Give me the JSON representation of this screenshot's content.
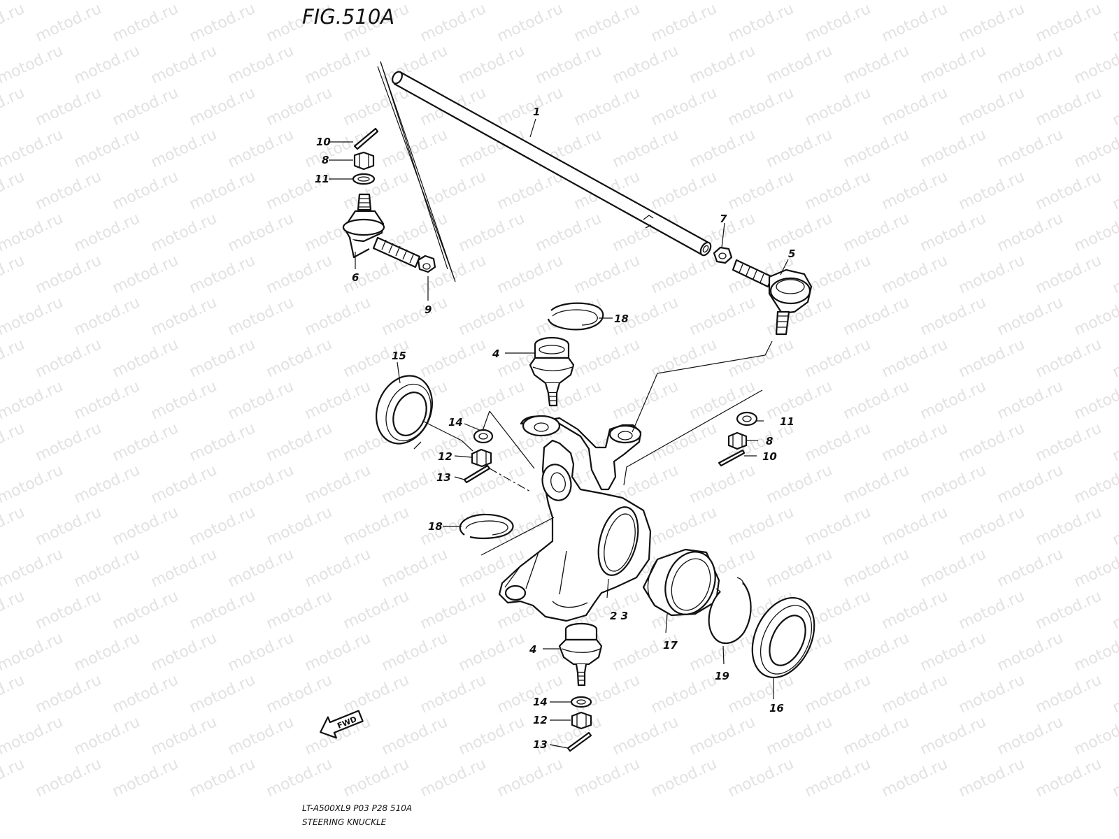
{
  "figure": {
    "title": "FIG.510A"
  },
  "watermark": {
    "text": "motod.ru"
  },
  "fwd_badge": {
    "label": "FWD",
    "icon": "arrow-left-icon"
  },
  "footer": {
    "model_line": "LT-A500XL9  P03  P28  510A",
    "section": "STEERING KNUCKLE"
  },
  "callouts": [
    {
      "id": "c1",
      "label": "1"
    },
    {
      "id": "c2",
      "label": "2  3"
    },
    {
      "id": "c4a",
      "label": "4"
    },
    {
      "id": "c4b",
      "label": "4"
    },
    {
      "id": "c5",
      "label": "5"
    },
    {
      "id": "c6",
      "label": "6"
    },
    {
      "id": "c7",
      "label": "7"
    },
    {
      "id": "c8a",
      "label": "8"
    },
    {
      "id": "c8b",
      "label": "8"
    },
    {
      "id": "c9",
      "label": "9"
    },
    {
      "id": "c10a",
      "label": "10"
    },
    {
      "id": "c10b",
      "label": "10"
    },
    {
      "id": "c11a",
      "label": "11"
    },
    {
      "id": "c11b",
      "label": "11"
    },
    {
      "id": "c12a",
      "label": "12"
    },
    {
      "id": "c12b",
      "label": "12"
    },
    {
      "id": "c13a",
      "label": "13"
    },
    {
      "id": "c13b",
      "label": "13"
    },
    {
      "id": "c14a",
      "label": "14"
    },
    {
      "id": "c14b",
      "label": "14"
    },
    {
      "id": "c15",
      "label": "15"
    },
    {
      "id": "c16",
      "label": "16"
    },
    {
      "id": "c17",
      "label": "17"
    },
    {
      "id": "c18a",
      "label": "18"
    },
    {
      "id": "c18b",
      "label": "18"
    },
    {
      "id": "c19",
      "label": "19"
    }
  ]
}
